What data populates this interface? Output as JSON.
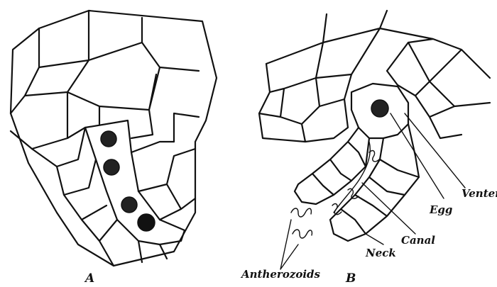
{
  "figure": {
    "panel_a": {
      "letter": "A"
    },
    "panel_b": {
      "letter": "B",
      "labels": {
        "venter": "Venter",
        "egg": "Egg",
        "canal": "Canal",
        "neck": "Neck",
        "antherozoids": "Antherozoids"
      }
    }
  }
}
